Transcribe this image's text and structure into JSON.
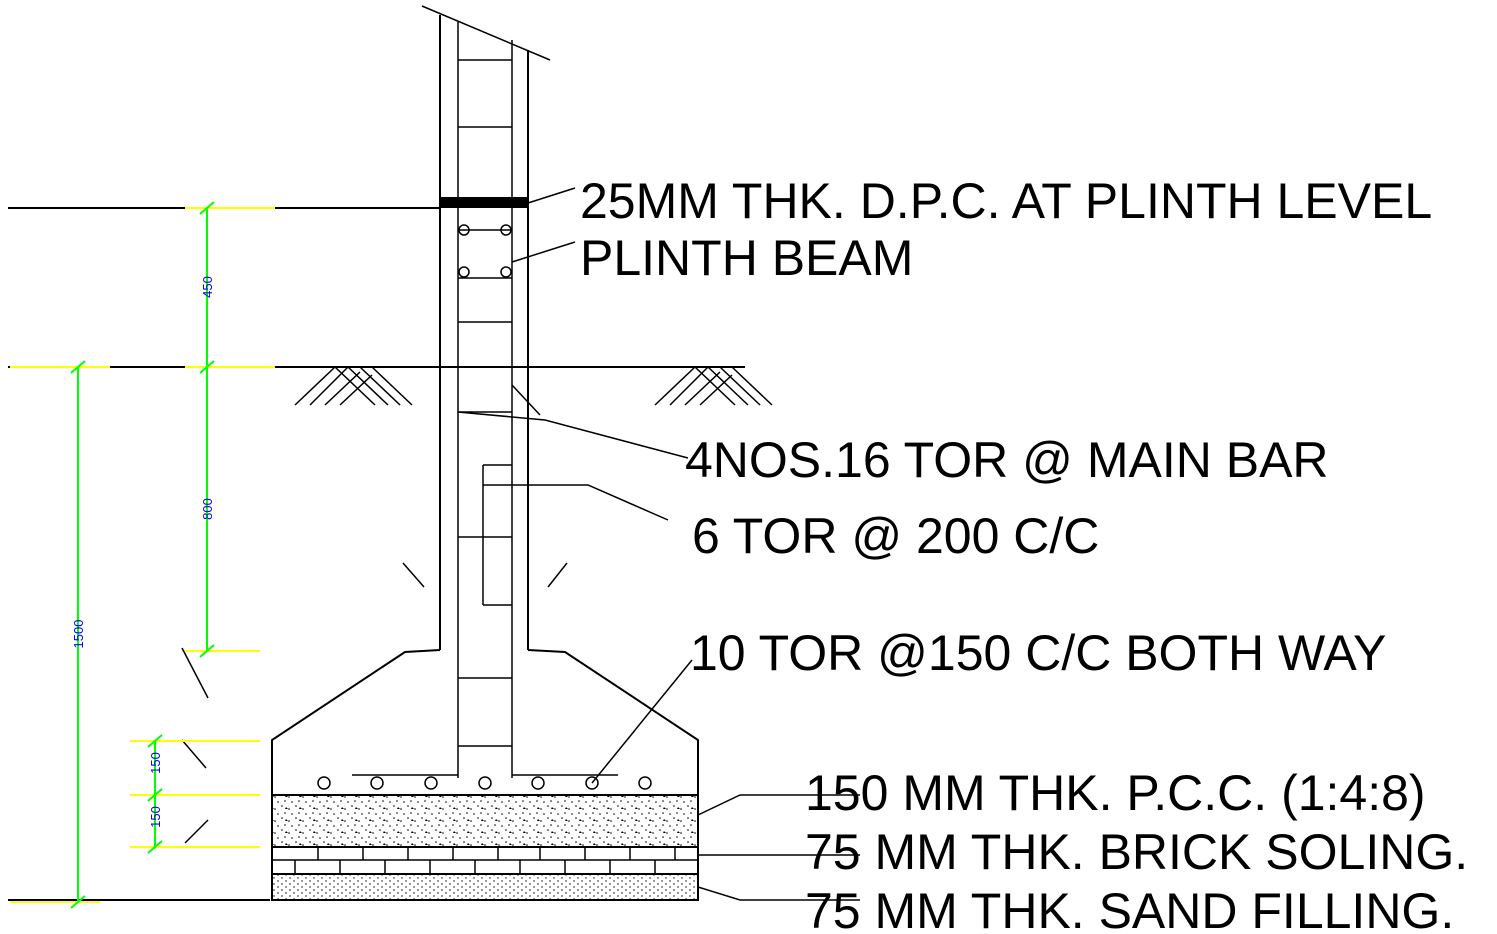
{
  "labels": {
    "dpc": "25MM THK. D.P.C. AT PLINTH LEVEL",
    "plinth_beam": "PLINTH BEAM",
    "main_bar": "4NOS.16 TOR @  MAIN BAR",
    "stirrups": "6 TOR @ 200 C/C",
    "footing_bars": "10 TOR @150 C/C BOTH WAY",
    "pcc": "150 MM THK. P.C.C. (1:4:8)",
    "brick_soling": "75  MM THK. BRICK SOLING.",
    "sand_filling": "75  MM THK. SAND FILLING."
  },
  "dimensions": {
    "plinth_height": "450",
    "depth_below_gl": "800",
    "total_depth": "1500",
    "footing_top": "150",
    "pcc_thk": "150"
  },
  "colors": {
    "line": "#000000",
    "dimension_line": "#00ff00",
    "dimension_text": "#0000ff",
    "extension_line": "#ffff00"
  }
}
